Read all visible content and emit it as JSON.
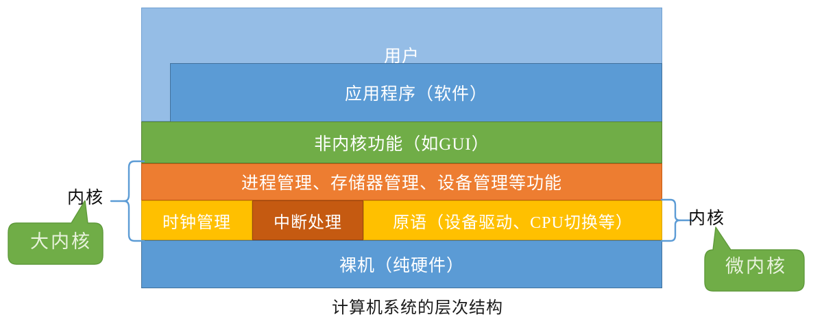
{
  "diagram": {
    "caption": "计算机系统的层次结构",
    "layers": [
      {
        "id": "user",
        "label": "用户",
        "color": "#95BDE6"
      },
      {
        "id": "app",
        "label": "应用程序（软件）",
        "color": "#5B9BD5"
      },
      {
        "id": "nonkernel",
        "label": "非内核功能（如GUI）",
        "color": "#70AD47"
      },
      {
        "id": "management",
        "label": "进程管理、存储器管理、设备管理等功能",
        "color": "#ED7D31"
      },
      {
        "id": "bare",
        "label": "裸机（纯硬件）",
        "color": "#5B9BD5"
      }
    ],
    "primitive_row": [
      {
        "id": "clock",
        "label": "时钟管理",
        "color": "#FFC000"
      },
      {
        "id": "interrupt",
        "label": "中断处理",
        "color": "#C55A11"
      },
      {
        "id": "primitive",
        "label": "原语（设备驱动、CPU切换等）",
        "color": "#FFC000"
      }
    ],
    "annotations": {
      "left_kernel_label": "内核",
      "right_kernel_label": "内核",
      "left_callout": "大内核",
      "right_callout": "微内核"
    },
    "colors": {
      "bracket": "#5B9BD5",
      "callout_fill": "#70AD47",
      "callout_stroke": "#548235",
      "caption_text": "#1a1a1a"
    }
  }
}
